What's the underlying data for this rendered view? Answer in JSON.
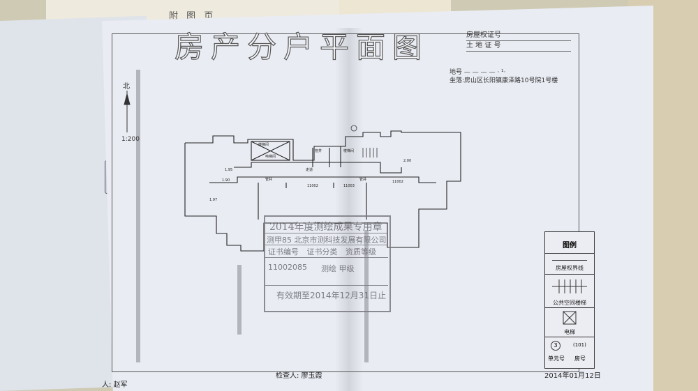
{
  "header_sheet": {
    "label": "附 图 页"
  },
  "document": {
    "title": "房产分户平面图",
    "cert_fields": [
      "房屋权证号",
      "土 地 证 号"
    ],
    "lot_label": "地号",
    "lot_value": "— — — — · ¹·",
    "address_label": "坐落:",
    "address": "房山区长阳镇康泽路10号院1号楼",
    "north": "北",
    "scale": "1:200"
  },
  "floor_plan": {
    "rooms": [
      "楼梯间",
      "电梯间",
      "管井",
      "楼梯间",
      "走道",
      "管井",
      "管井"
    ],
    "dims": [
      "11002",
      "11003",
      "11002",
      "1.90",
      "1.97",
      "2.00",
      "1.95"
    ]
  },
  "stamp": {
    "line1": "2014年度测绘成果专用章",
    "line2": "测甲85 北京市测科技发展有限公司",
    "line3": "证书编号 证书分类 资质等级",
    "cert_no": "11002085",
    "grade": "测绘 甲级",
    "valid": "有效期至2014年12月31日止"
  },
  "legend": {
    "title": "图例",
    "items": [
      "房屋权界线",
      "公共空间楼梯",
      "电梯"
    ],
    "unit_symbol": "3",
    "room_symbol": "(101)",
    "unit_label": "单元号",
    "room_label": "房号"
  },
  "footer": {
    "drawer": "人: 赵军",
    "checker": "检查人: 廖玉霞",
    "date": "2014年01月12日"
  }
}
